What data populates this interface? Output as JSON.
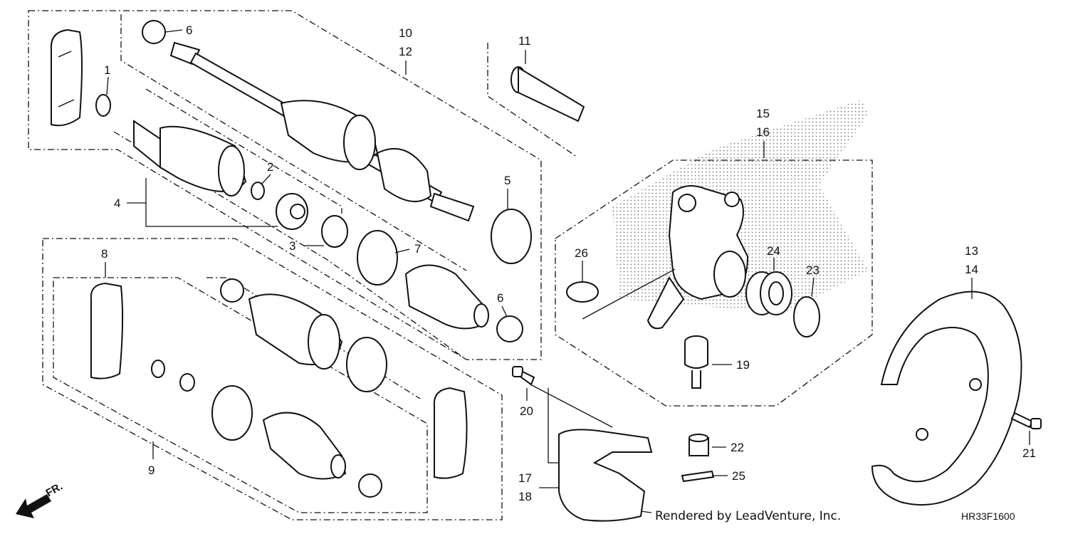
{
  "callouts": {
    "c1": "1",
    "c2": "2",
    "c3": "3",
    "c4": "4",
    "c5": "5",
    "c6a": "6",
    "c6b": "6",
    "c7": "7",
    "c8": "8",
    "c9": "9",
    "c10": "10",
    "c12": "12",
    "c11": "11",
    "c13": "13",
    "c14": "14",
    "c15": "15",
    "c16": "16",
    "c17": "17",
    "c18": "18",
    "c19": "19",
    "c20": "20",
    "c21": "21",
    "c22": "22",
    "c23": "23",
    "c24": "24",
    "c25": "25",
    "c26": "26"
  },
  "footer": {
    "rendered_by": "Rendered by LeadVenture, Inc.",
    "diagram_code": "HR33F1600",
    "direction": "FR."
  }
}
